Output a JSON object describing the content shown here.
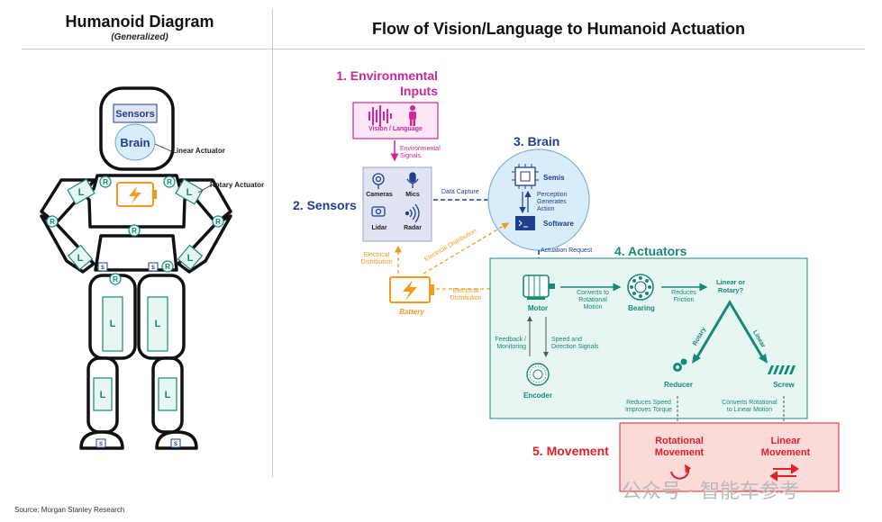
{
  "left": {
    "title": "Humanoid Diagram",
    "subtitle": "(Generalized)",
    "sensors": "Sensors",
    "brain": "Brain",
    "linear_actuator": "Linear Actuator",
    "rotary_actuator": "Rotary Actuator",
    "r": "R",
    "l": "L",
    "s": "S"
  },
  "right": {
    "title": "Flow of Vision/Language to Humanoid Actuation",
    "env_heading_1": "1. Environmental",
    "env_heading_2": "Inputs",
    "vision_language": "Vision / Language",
    "env_signals_1": "Environmental",
    "env_signals_2": "Signals",
    "sensors_heading": "2. Sensors",
    "cameras": "Cameras",
    "mics": "Mics",
    "lidar": "Lidar",
    "radar": "Radar",
    "data_capture": "Data Capture",
    "brain_heading": "3. Brain",
    "semis": "Semis",
    "perception_1": "Perception",
    "perception_2": "Generates",
    "perception_3": "Action",
    "software": "Software",
    "actuation_request": "Actuation Request",
    "electrical_distribution": "Electrical Distribution",
    "elec_1": "Electrical",
    "elec_2": "Distribution",
    "battery": "Battery",
    "actuators_heading": "4. Actuators",
    "motor": "Motor",
    "converts_rot_1": "Converts to",
    "converts_rot_2": "Rotational",
    "converts_rot_3": "Motion",
    "bearing": "Bearing",
    "reduces_friction_1": "Reduces",
    "reduces_friction_2": "Friction",
    "linear_or_rotary_1": "Linear or",
    "linear_or_rotary_2": "Rotary?",
    "rotary": "Rotary",
    "linear": "Linear",
    "reducer": "Reducer",
    "screw": "Screw",
    "feedback_1": "Feedback /",
    "feedback_2": "Monitoring",
    "speed_dir_1": "Speed and",
    "speed_dir_2": "Direction Signals",
    "encoder": "Encoder",
    "reduces_speed_1": "Reduces Speed",
    "reduces_speed_2": "Improves Torque",
    "converts_lin_1": "Converts Rotational",
    "converts_lin_2": "to Linear Motion",
    "movement_heading": "5. Movement",
    "rotational_movement_1": "Rotational",
    "rotational_movement_2": "Movement",
    "linear_movement_1": "Linear",
    "linear_movement_2": "Movement"
  },
  "source": "Source: Morgan Stanley Research",
  "watermark": "公众号 · 智能车参考",
  "colors": {
    "magenta": "#d0259b",
    "blue": "#1f3f8f",
    "dark_blue": "#1a3a7a",
    "teal": "#148a7a",
    "orange": "#f29a1d",
    "red": "#e0202a",
    "sensor_box": "#dfe3f2",
    "brain_circle": "#d9ecf9",
    "actuator_box": "#e8f6f2",
    "movement_box": "#fbdada"
  }
}
